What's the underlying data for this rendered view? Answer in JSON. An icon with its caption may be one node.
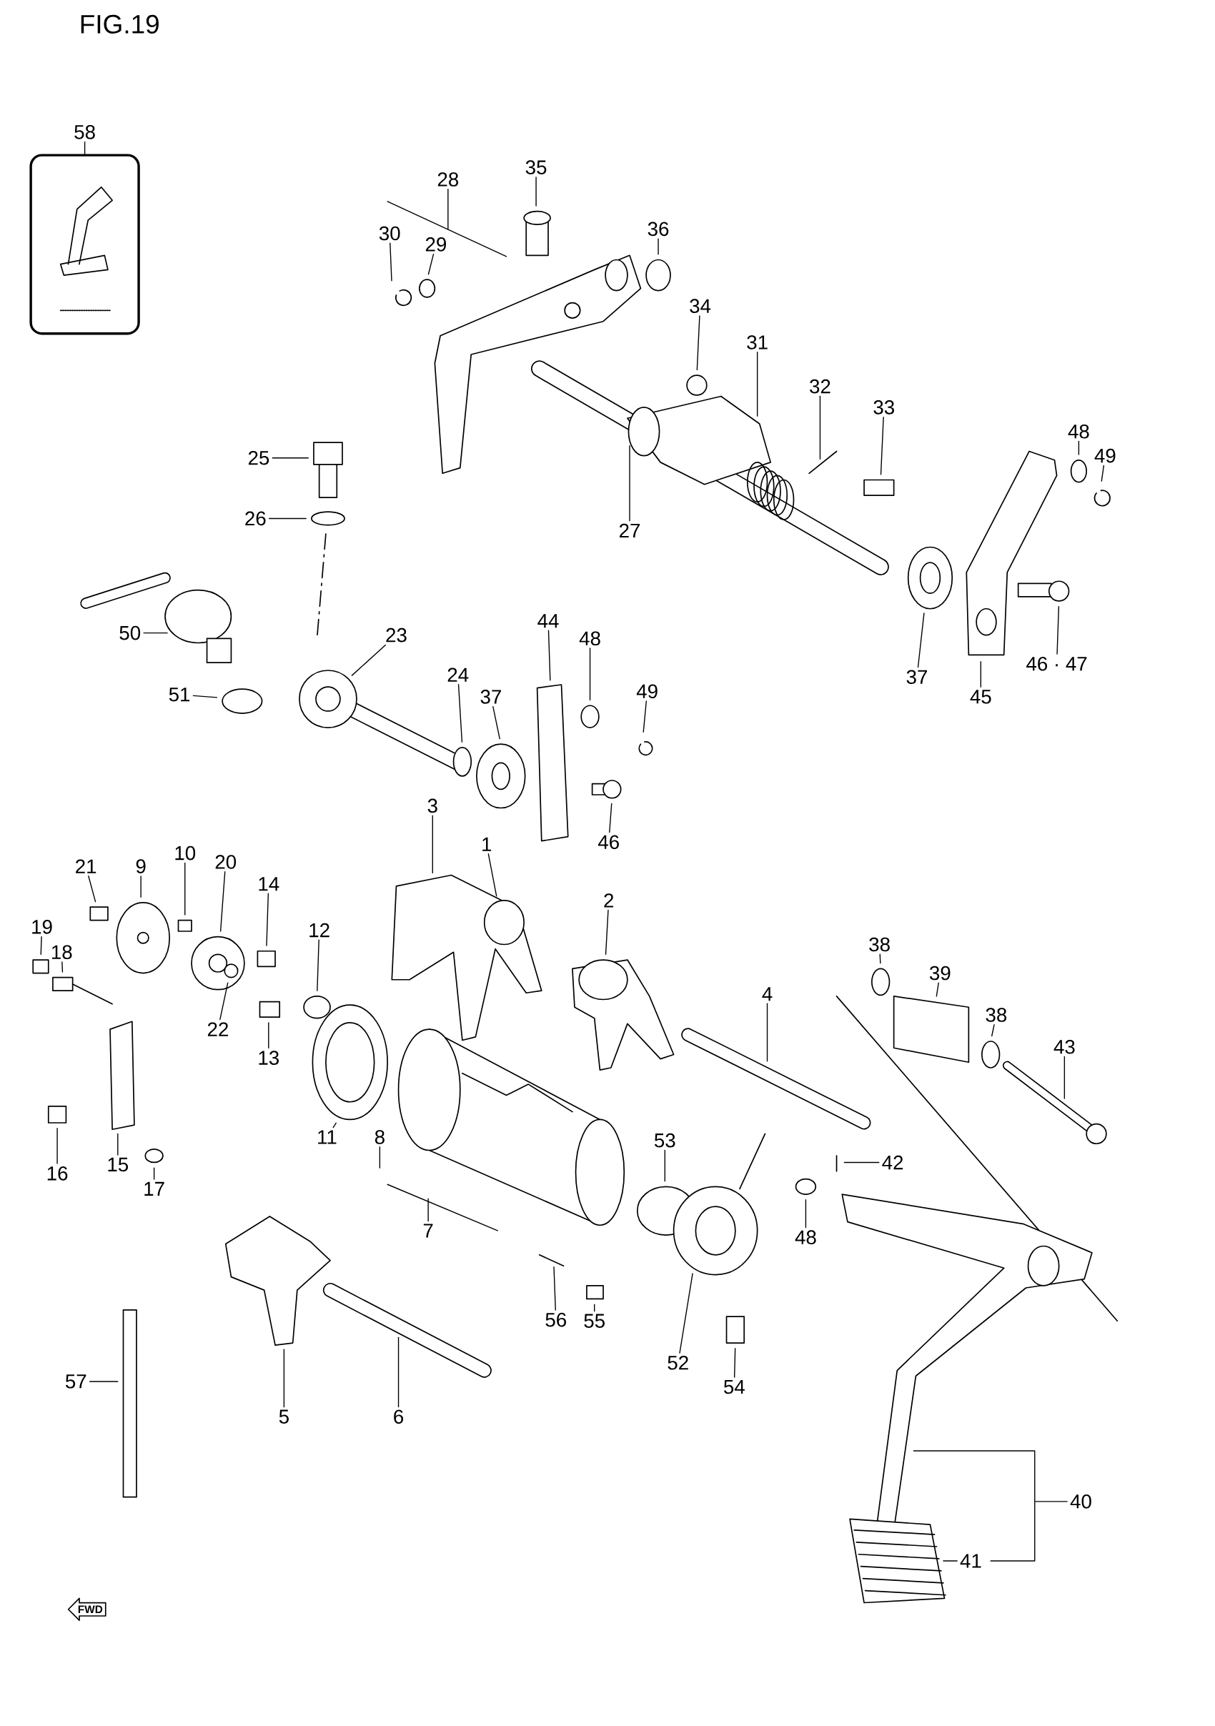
{
  "diagram": {
    "title": "FIG.19",
    "nodes": [
      {
        "text": [
          "58"
        ]
      },
      {
        "text": [],
        "shape": "picture"
      },
      {
        "text": [
          "28"
        ]
      },
      {
        "text": [
          "35"
        ]
      },
      {
        "text": [
          "36"
        ]
      },
      {
        "text": [
          "30"
        ]
      },
      {
        "text": [
          "29"
        ]
      },
      {
        "text": [
          "34"
        ]
      },
      {
        "text": [
          "31"
        ]
      },
      {
        "text": [
          "32"
        ]
      },
      {
        "text": [
          "33"
        ]
      },
      {
        "text": [
          "48"
        ]
      },
      {
        "text": [
          "25"
        ]
      },
      {
        "text": [
          "49"
        ]
      },
      {
        "text": [
          "26"
        ]
      },
      {
        "text": [
          "27"
        ]
      },
      {
        "text": [
          "23"
        ]
      },
      {
        "text": [
          "44"
        ]
      },
      {
        "text": [
          "48"
        ]
      },
      {
        "text": [
          "50"
        ]
      },
      {
        "text": [
          "46 · 47"
        ]
      },
      {
        "text": [
          "37"
        ]
      },
      {
        "text": [
          "51"
        ]
      },
      {
        "text": [
          "24"
        ]
      },
      {
        "text": [
          "37"
        ]
      },
      {
        "text": [
          "49"
        ]
      },
      {
        "text": [
          "45"
        ]
      },
      {
        "text": [
          "3"
        ]
      },
      {
        "text": [
          "1"
        ]
      },
      {
        "text": [
          "46"
        ]
      },
      {
        "text": [
          "21"
        ]
      },
      {
        "text": [
          "9"
        ]
      },
      {
        "text": [
          "10"
        ]
      },
      {
        "text": [
          "20"
        ]
      },
      {
        "text": [
          "14"
        ]
      },
      {
        "text": [
          "2"
        ]
      },
      {
        "text": [
          "12"
        ]
      },
      {
        "text": [
          "19"
        ]
      },
      {
        "text": [
          "38"
        ]
      },
      {
        "text": [
          "18"
        ]
      },
      {
        "text": [
          "39"
        ]
      },
      {
        "text": [
          "4"
        ]
      },
      {
        "text": [
          "38"
        ]
      },
      {
        "text": [
          "22"
        ]
      },
      {
        "text": [
          "13"
        ]
      },
      {
        "text": [
          "43"
        ]
      },
      {
        "text": [
          "11"
        ]
      },
      {
        "text": [
          "8"
        ]
      },
      {
        "text": [
          "53"
        ]
      },
      {
        "text": [
          "42"
        ]
      },
      {
        "text": [
          "16"
        ]
      },
      {
        "text": [
          "15"
        ]
      },
      {
        "text": [
          "17"
        ]
      },
      {
        "text": [
          "7"
        ]
      },
      {
        "text": [
          "48"
        ]
      },
      {
        "text": [
          "56"
        ]
      },
      {
        "text": [
          "55"
        ]
      },
      {
        "text": [
          "52"
        ]
      },
      {
        "text": [
          "54"
        ]
      },
      {
        "text": [
          "57"
        ]
      },
      {
        "text": [
          "5"
        ]
      },
      {
        "text": [
          "6"
        ]
      },
      {
        "text": [
          "40"
        ]
      },
      {
        "text": [
          "41"
        ]
      }
    ],
    "edges": [
      {
        "from": 0,
        "to": 1,
        "arrow": "none"
      },
      {
        "from": 2,
        "to": null,
        "arrow": "none"
      },
      {
        "from": 3,
        "to": null,
        "arrow": "none"
      },
      {
        "from": 4,
        "to": null,
        "arrow": "none"
      },
      {
        "from": 5,
        "to": null,
        "arrow": "none"
      },
      {
        "from": 6,
        "to": null,
        "arrow": "none"
      },
      {
        "from": 7,
        "to": null,
        "arrow": "none"
      },
      {
        "from": 8,
        "to": null,
        "arrow": "none"
      },
      {
        "from": 9,
        "to": null,
        "arrow": "none"
      },
      {
        "from": 10,
        "to": null,
        "arrow": "none"
      },
      {
        "from": 11,
        "to": null,
        "arrow": "none"
      },
      {
        "from": 12,
        "to": null,
        "arrow": "none"
      },
      {
        "from": 13,
        "to": null,
        "arrow": "none"
      },
      {
        "from": 14,
        "to": null,
        "arrow": "none"
      },
      {
        "from": 15,
        "to": null,
        "arrow": "none"
      },
      {
        "from": 16,
        "to": null,
        "arrow": "none"
      },
      {
        "from": 17,
        "to": null,
        "arrow": "none"
      },
      {
        "from": 18,
        "to": null,
        "arrow": "none"
      },
      {
        "from": 19,
        "to": null,
        "arrow": "none"
      },
      {
        "from": 20,
        "to": null,
        "arrow": "none"
      },
      {
        "from": 21,
        "to": null,
        "arrow": "none"
      },
      {
        "from": 22,
        "to": null,
        "arrow": "none"
      },
      {
        "from": 23,
        "to": null,
        "arrow": "none"
      },
      {
        "from": 24,
        "to": null,
        "arrow": "none"
      },
      {
        "from": 25,
        "to": null,
        "arrow": "none"
      },
      {
        "from": 26,
        "to": null,
        "arrow": "none"
      },
      {
        "from": 27,
        "to": null,
        "arrow": "none"
      },
      {
        "from": 28,
        "to": null,
        "arrow": "none"
      },
      {
        "from": 29,
        "to": null,
        "arrow": "none"
      },
      {
        "from": 30,
        "to": null,
        "arrow": "none"
      },
      {
        "from": 31,
        "to": null,
        "arrow": "none"
      },
      {
        "from": 32,
        "to": null,
        "arrow": "none"
      },
      {
        "from": 33,
        "to": null,
        "arrow": "none"
      },
      {
        "from": 34,
        "to": null,
        "arrow": "none"
      },
      {
        "from": 35,
        "to": null,
        "arrow": "none"
      },
      {
        "from": 36,
        "to": null,
        "arrow": "none"
      },
      {
        "from": 37,
        "to": null,
        "arrow": "none"
      },
      {
        "from": 38,
        "to": null,
        "arrow": "none"
      },
      {
        "from": 39,
        "to": null,
        "arrow": "none"
      },
      {
        "from": 40,
        "to": null,
        "arrow": "none"
      },
      {
        "from": 41,
        "to": null,
        "arrow": "none"
      },
      {
        "from": 42,
        "to": null,
        "arrow": "none"
      },
      {
        "from": 43,
        "to": null,
        "arrow": "none"
      },
      {
        "from": 44,
        "to": null,
        "arrow": "none"
      },
      {
        "from": 45,
        "to": null,
        "arrow": "none"
      },
      {
        "from": 46,
        "to": null,
        "arrow": "none"
      },
      {
        "from": 47,
        "to": null,
        "arrow": "none"
      },
      {
        "from": 48,
        "to": null,
        "arrow": "none"
      },
      {
        "from": 49,
        "to": null,
        "arrow": "none"
      },
      {
        "from": 50,
        "to": null,
        "arrow": "none"
      },
      {
        "from": 51,
        "to": null,
        "arrow": "none"
      },
      {
        "from": 52,
        "to": null,
        "arrow": "none"
      },
      {
        "from": 53,
        "to": null,
        "arrow": "none"
      },
      {
        "from": 54,
        "to": null,
        "arrow": "none"
      },
      {
        "from": 55,
        "to": null,
        "arrow": "none"
      },
      {
        "from": 56,
        "to": null,
        "arrow": "none"
      },
      {
        "from": 57,
        "to": null,
        "arrow": "none"
      },
      {
        "from": 58,
        "to": null,
        "arrow": "none"
      },
      {
        "from": 59,
        "to": null,
        "arrow": "none"
      },
      {
        "from": 60,
        "to": null,
        "arrow": "none"
      },
      {
        "from": 61,
        "to": null,
        "arrow": "none"
      },
      {
        "from": 62,
        "to": null,
        "arrow": "none"
      },
      {
        "from": 63,
        "to": null,
        "arrow": "none"
      }
    ],
    "labels": [
      "FWD"
    ]
  }
}
